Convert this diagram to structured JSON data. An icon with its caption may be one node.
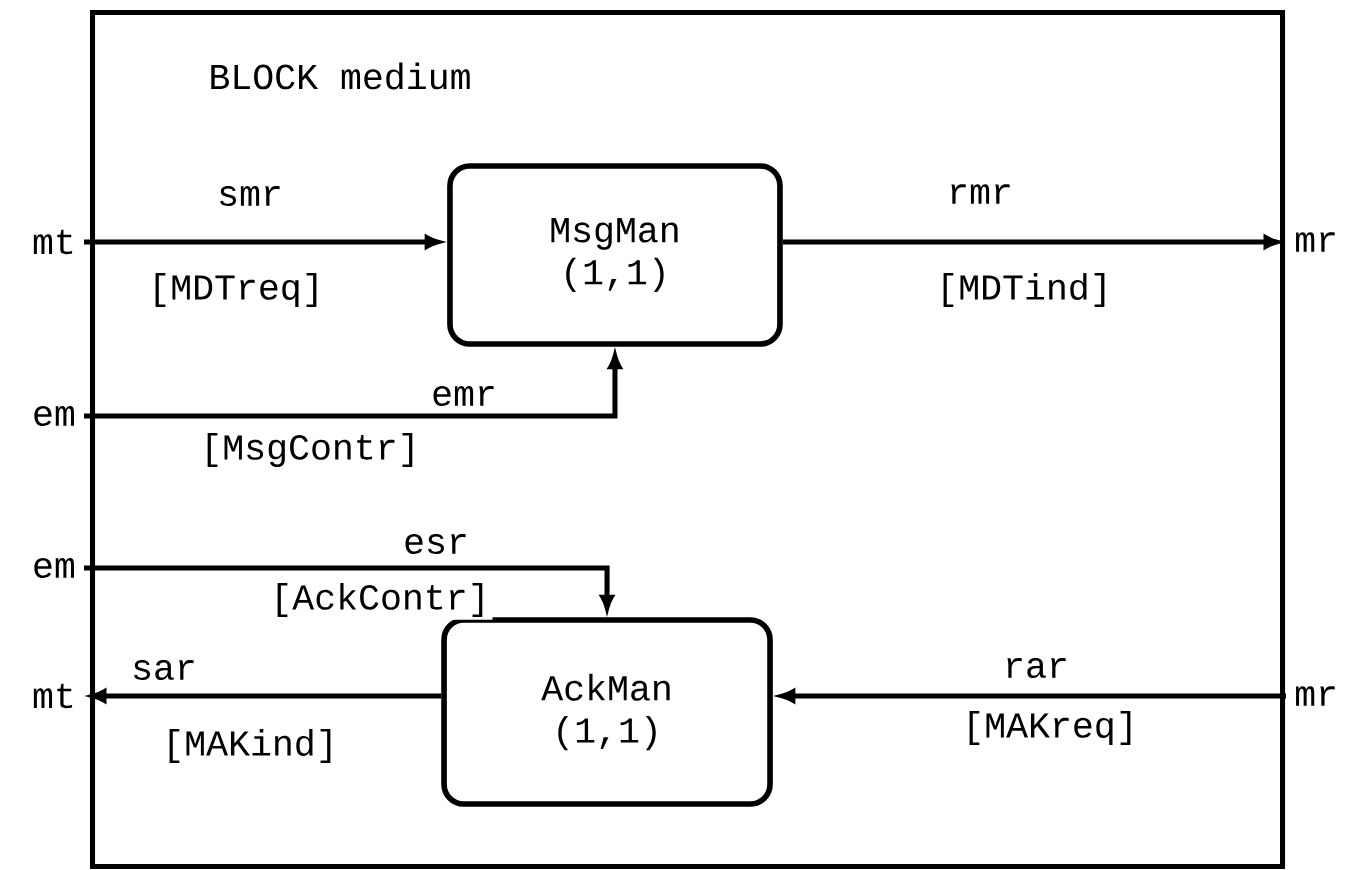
{
  "diagram": {
    "nodes": [
      {
        "text": [
          "BLOCK medium"
        ]
      },
      {
        "text": [
          "mt"
        ]
      },
      {
        "text": [
          "MsgMan (1,1)"
        ],
        "in": 0
      },
      {
        "text": [
          "mr"
        ]
      },
      {
        "text": [
          "em"
        ]
      },
      {
        "text": [
          "em"
        ]
      },
      {
        "text": [
          "mt"
        ]
      },
      {
        "text": [
          "AckMan (1,1)"
        ],
        "in": 0
      },
      {
        "text": [
          "mr"
        ]
      }
    ],
    "edges": [
      {
        "from": 1,
        "to": 2,
        "arrow": "to",
        "label": "smr"
      },
      {
        "from": 2,
        "to": 3,
        "arrow": "to",
        "label": "rmr"
      },
      {
        "from": 4,
        "to": 2,
        "arrow": "to",
        "label": "emr"
      },
      {
        "from": 5,
        "to": 7,
        "arrow": "to",
        "label": "esr"
      },
      {
        "from": 7,
        "to": 6,
        "arrow": "to",
        "label": "sar"
      },
      {
        "from": 8,
        "to": 7,
        "arrow": "to",
        "label": "rar"
      }
    ],
    "labels": [
      "[MDTreq]",
      "[MDTind]",
      "[MsgContr]",
      "[AckContr]",
      "[MAKind]",
      "[MAKreq]"
    ]
  }
}
